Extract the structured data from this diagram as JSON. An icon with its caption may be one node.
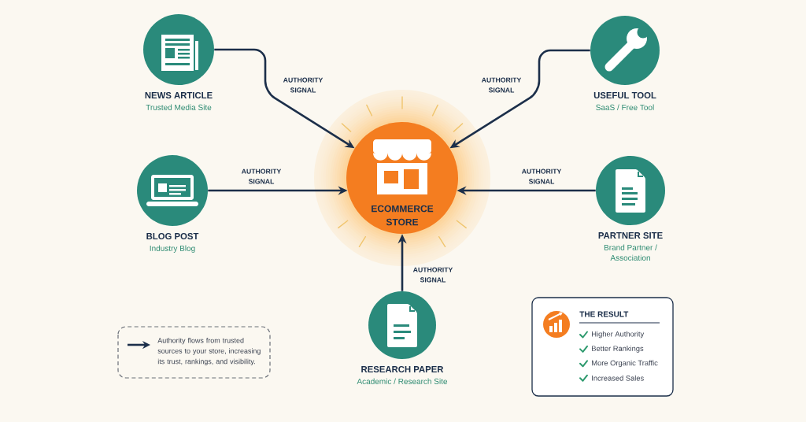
{
  "diagram": {
    "nodes": [
      {
        "text": [
          "NEWS ARTICLE",
          "Trusted Media Site"
        ]
      },
      {
        "text": [
          "USEFUL TOOL",
          "SaaS / Free Tool"
        ]
      },
      {
        "text": [
          "ECOMMERCE STORE"
        ]
      },
      {
        "text": [
          "BLOG POST",
          "Industry Blog"
        ]
      },
      {
        "text": [
          "PARTNER SITE",
          "Brand Partner / Association"
        ]
      },
      {
        "text": [
          "RESEARCH PAPER",
          "Academic / Research Site"
        ]
      },
      {
        "text": [
          "THE RESULT",
          "Higher Authority",
          "Better Rankings",
          "More Organic Traffic",
          "Increased Sales"
        ]
      }
    ],
    "edges": [
      {
        "from": 0,
        "to": 2,
        "arrow": "to",
        "label": "AUTHORITY SIGNAL"
      },
      {
        "from": 1,
        "to": 2,
        "arrow": "to",
        "label": "AUTHORITY SIGNAL"
      },
      {
        "from": 3,
        "to": 2,
        "arrow": "to",
        "label": "AUTHORITY SIGNAL"
      },
      {
        "from": 4,
        "to": 2,
        "arrow": "to",
        "label": "AUTHORITY SIGNAL"
      },
      {
        "from": 5,
        "to": 2,
        "arrow": "to",
        "label": "AUTHORITY SIGNAL"
      }
    ],
    "legend": [
      {
        "text": "Authority flows from trusted sources to your store, increasing its trust, rankings, and visibility."
      }
    ]
  }
}
